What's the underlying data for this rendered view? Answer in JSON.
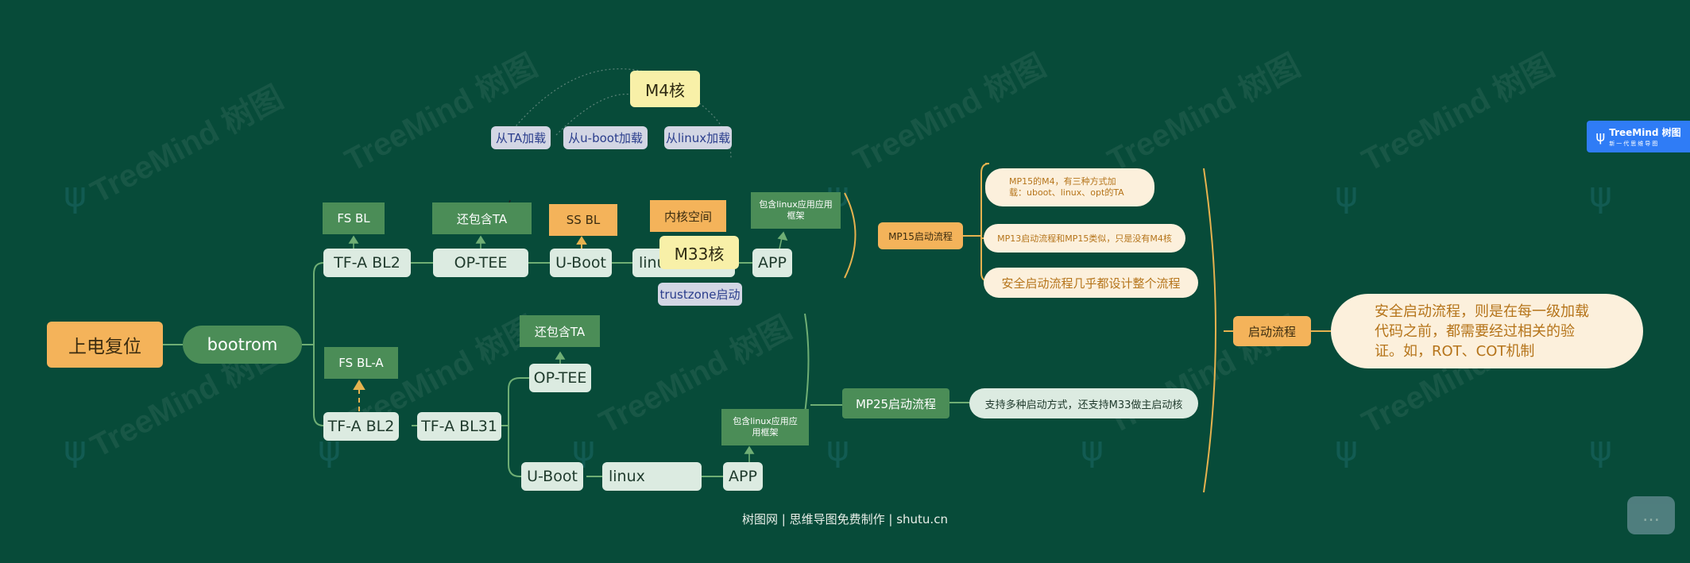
{
  "nodes": {
    "power_reset": "上电复位",
    "bootrom": "bootrom",
    "mp15": {
      "tfa_bl2": "TF-A BL2",
      "fs_bl": "FS BL",
      "optee": "OP-TEE",
      "optee_note": "还包含TA",
      "uboot": "U-Boot",
      "ss_bl": "SS BL",
      "linux": "linux",
      "kernel_space": "内核空间",
      "app": "APP",
      "app_note": "包含linux应用应用框架",
      "m4": "M4核",
      "load_ta": "从TA加载",
      "load_uboot": "从u-boot加载",
      "load_linux": "从linux加载",
      "m33": "M33核",
      "trustzone": "trustzone启动"
    },
    "mp25": {
      "tfa_bl2": "TF-A BL2",
      "fs_bl_a": "FS BL-A",
      "tfa_bl31": "TF-A BL31",
      "optee": "OP-TEE",
      "optee_note": "还包含TA",
      "uboot": "U-Boot",
      "linux": "linux",
      "app": "APP",
      "app_note": "包含linux应用应用框架"
    },
    "flow": {
      "mp15_title": "MP15启动流程",
      "mp15_note1": "MP15的M4，有三种方式加载：uboot、linux、opt的TA",
      "mp15_note2": "MP13启动流程和MP15类似，只是没有M4核",
      "mp15_note3": "安全启动流程几乎都设计整个流程",
      "mp25_title": "MP25启动流程",
      "mp25_note": "支持多种启动方式，还支持M33做主启动核",
      "boot_title": "启动流程",
      "secure_desc": "安全启动流程，则是在每一级加载代码之前，都需要经过相关的验证。如，ROT、COT机制"
    }
  },
  "footer": "树图网 | 思维导图免费制作 | shutu.cn",
  "brand": {
    "name": "TreeMind 树图",
    "tagline": "新一代思维导图"
  },
  "watermark": "TreeMind 树图",
  "colors": {
    "background": "#074b39",
    "light_node": "#dcebe1",
    "green_node": "#4b8d57",
    "orange_node": "#f4b35a",
    "cream_node": "#fcf0dc",
    "line_green": "#6fae74",
    "line_orange": "#e6b24f"
  }
}
